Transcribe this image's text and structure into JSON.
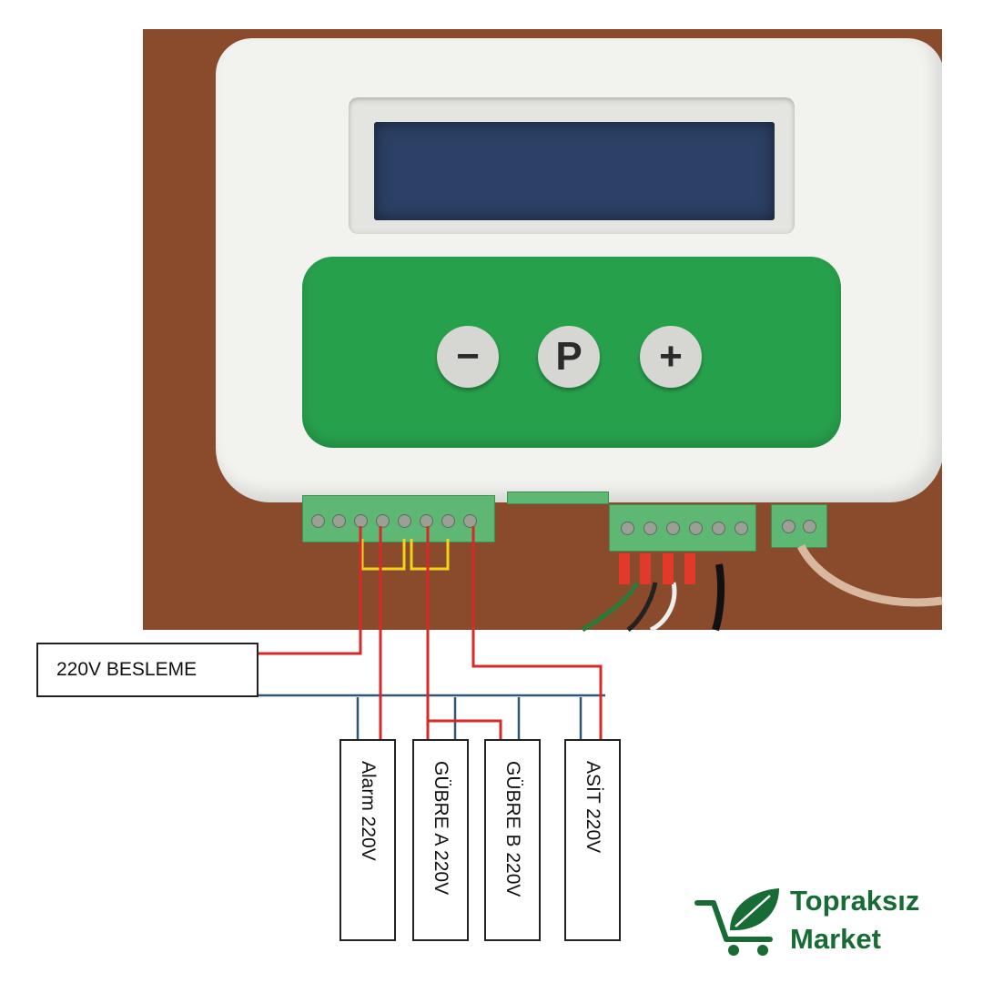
{
  "device": {
    "keys": [
      {
        "label": "−"
      },
      {
        "label": "P"
      },
      {
        "label": "+"
      }
    ]
  },
  "labels": {
    "supply": "220V BESLEME",
    "loads": [
      {
        "label": "Alarm 220V"
      },
      {
        "label": "GÜBRE A 220V"
      },
      {
        "label": "GÜBRE B 220V"
      },
      {
        "label": "ASİT 220V"
      }
    ]
  },
  "brand": {
    "line1": "Topraksız",
    "line2": "Market"
  },
  "colors": {
    "live_wire": "#d42a2a",
    "neutral_wire": "#2f5577",
    "jumper_wire": "#f2d51a",
    "brand_green": "#176b34"
  }
}
